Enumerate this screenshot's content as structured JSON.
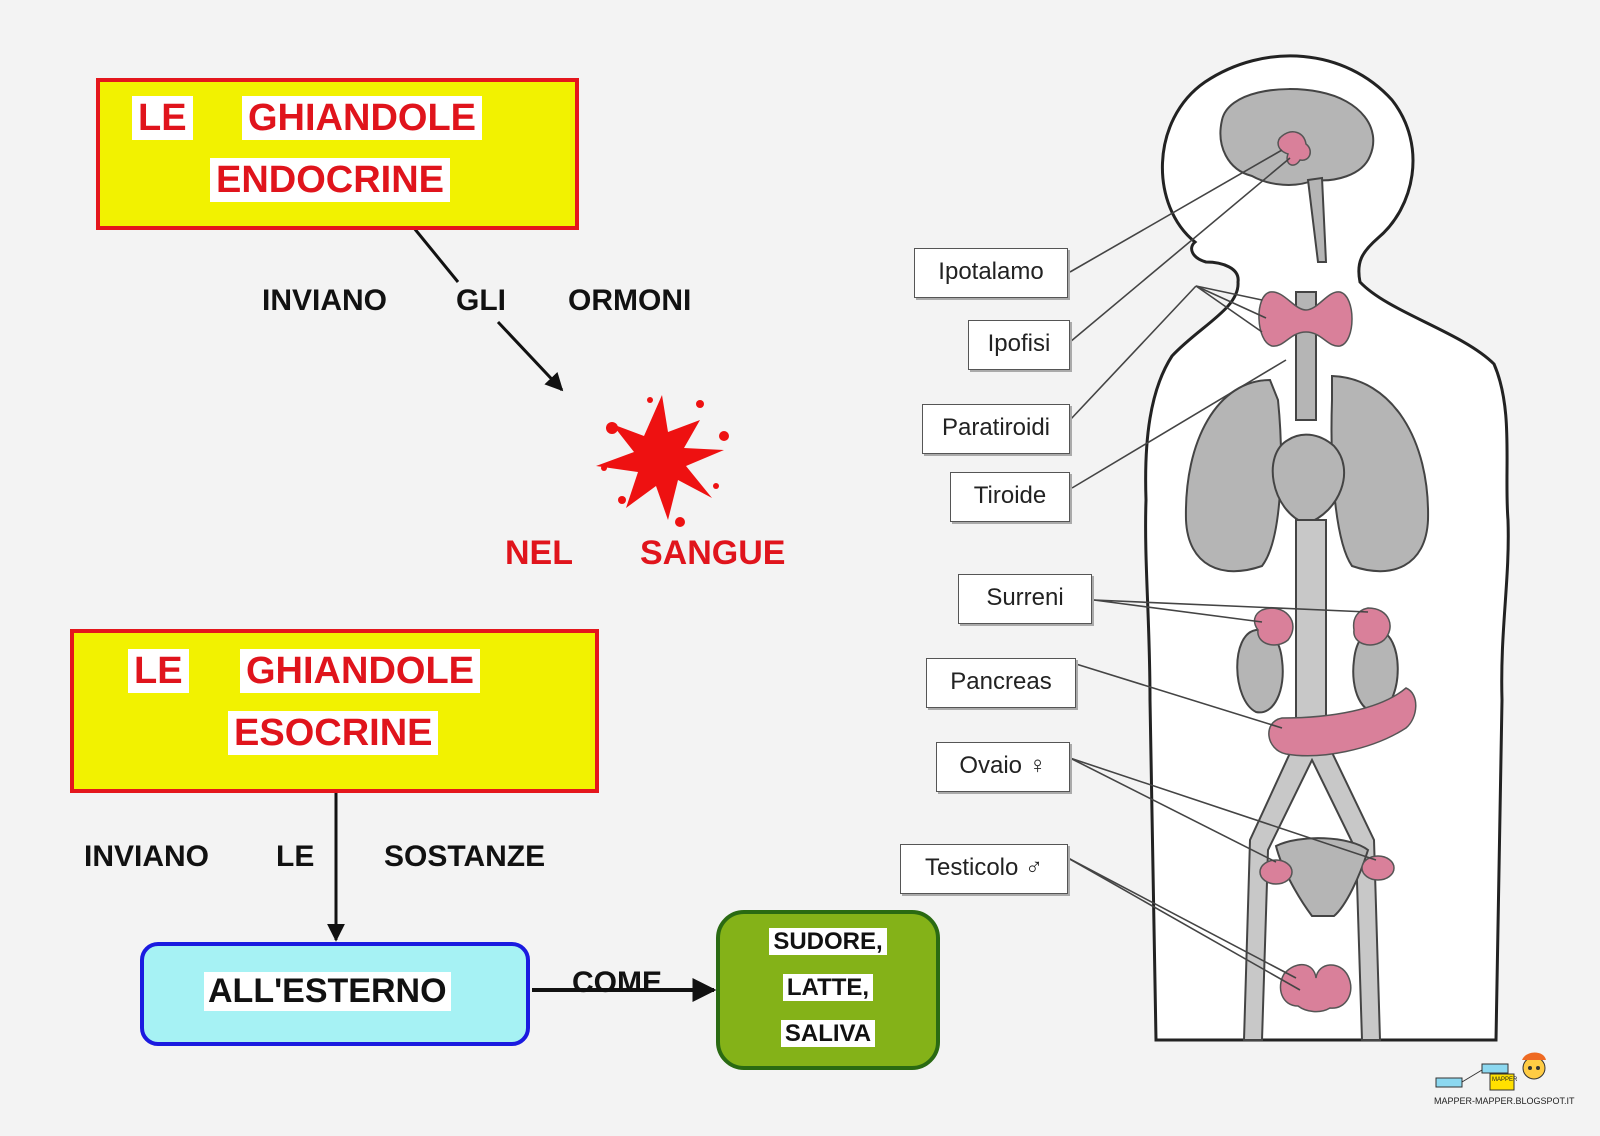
{
  "endocrine": {
    "line1_a": "LE",
    "line1_b": "GHIANDOLE",
    "line2": "ENDOCRINE"
  },
  "endocrine_arrow_label": [
    "INVIANO",
    "GLI",
    "ORMONI"
  ],
  "blood_target": [
    "NEL",
    "SANGUE"
  ],
  "exocrine": {
    "line1_a": "LE",
    "line1_b": "GHIANDOLE",
    "line2": "ESOCRINE"
  },
  "exocrine_arrow_label": [
    "INVIANO",
    "LE",
    "SOSTANZE"
  ],
  "external_box": "ALL'ESTERNO",
  "come_label": "COME",
  "examples": [
    "SUDORE,",
    "LATTE,",
    "SALIVA"
  ],
  "organ_labels": [
    "Ipotalamo",
    "Ipofisi",
    "Paratiroidi",
    "Tiroide",
    "Surreni",
    "Pancreas",
    "Ovaio ♀",
    "Testicolo ♂"
  ],
  "logo": {
    "text": "MAPPER-MAPPER.BLOGSPOT.IT",
    "badge": "MAPPER"
  },
  "colors": {
    "title_fill": "#f2f200",
    "title_border": "#e4161c",
    "title_text": "#e0141c",
    "external_fill": "#a6f2f4",
    "external_border": "#1a1ae0",
    "examples_fill": "#84b218",
    "examples_border": "#2a6a12",
    "organ_gray": "#b5b5b5",
    "gland_pink": "#d9809a",
    "blood_red": "#ee1111"
  }
}
